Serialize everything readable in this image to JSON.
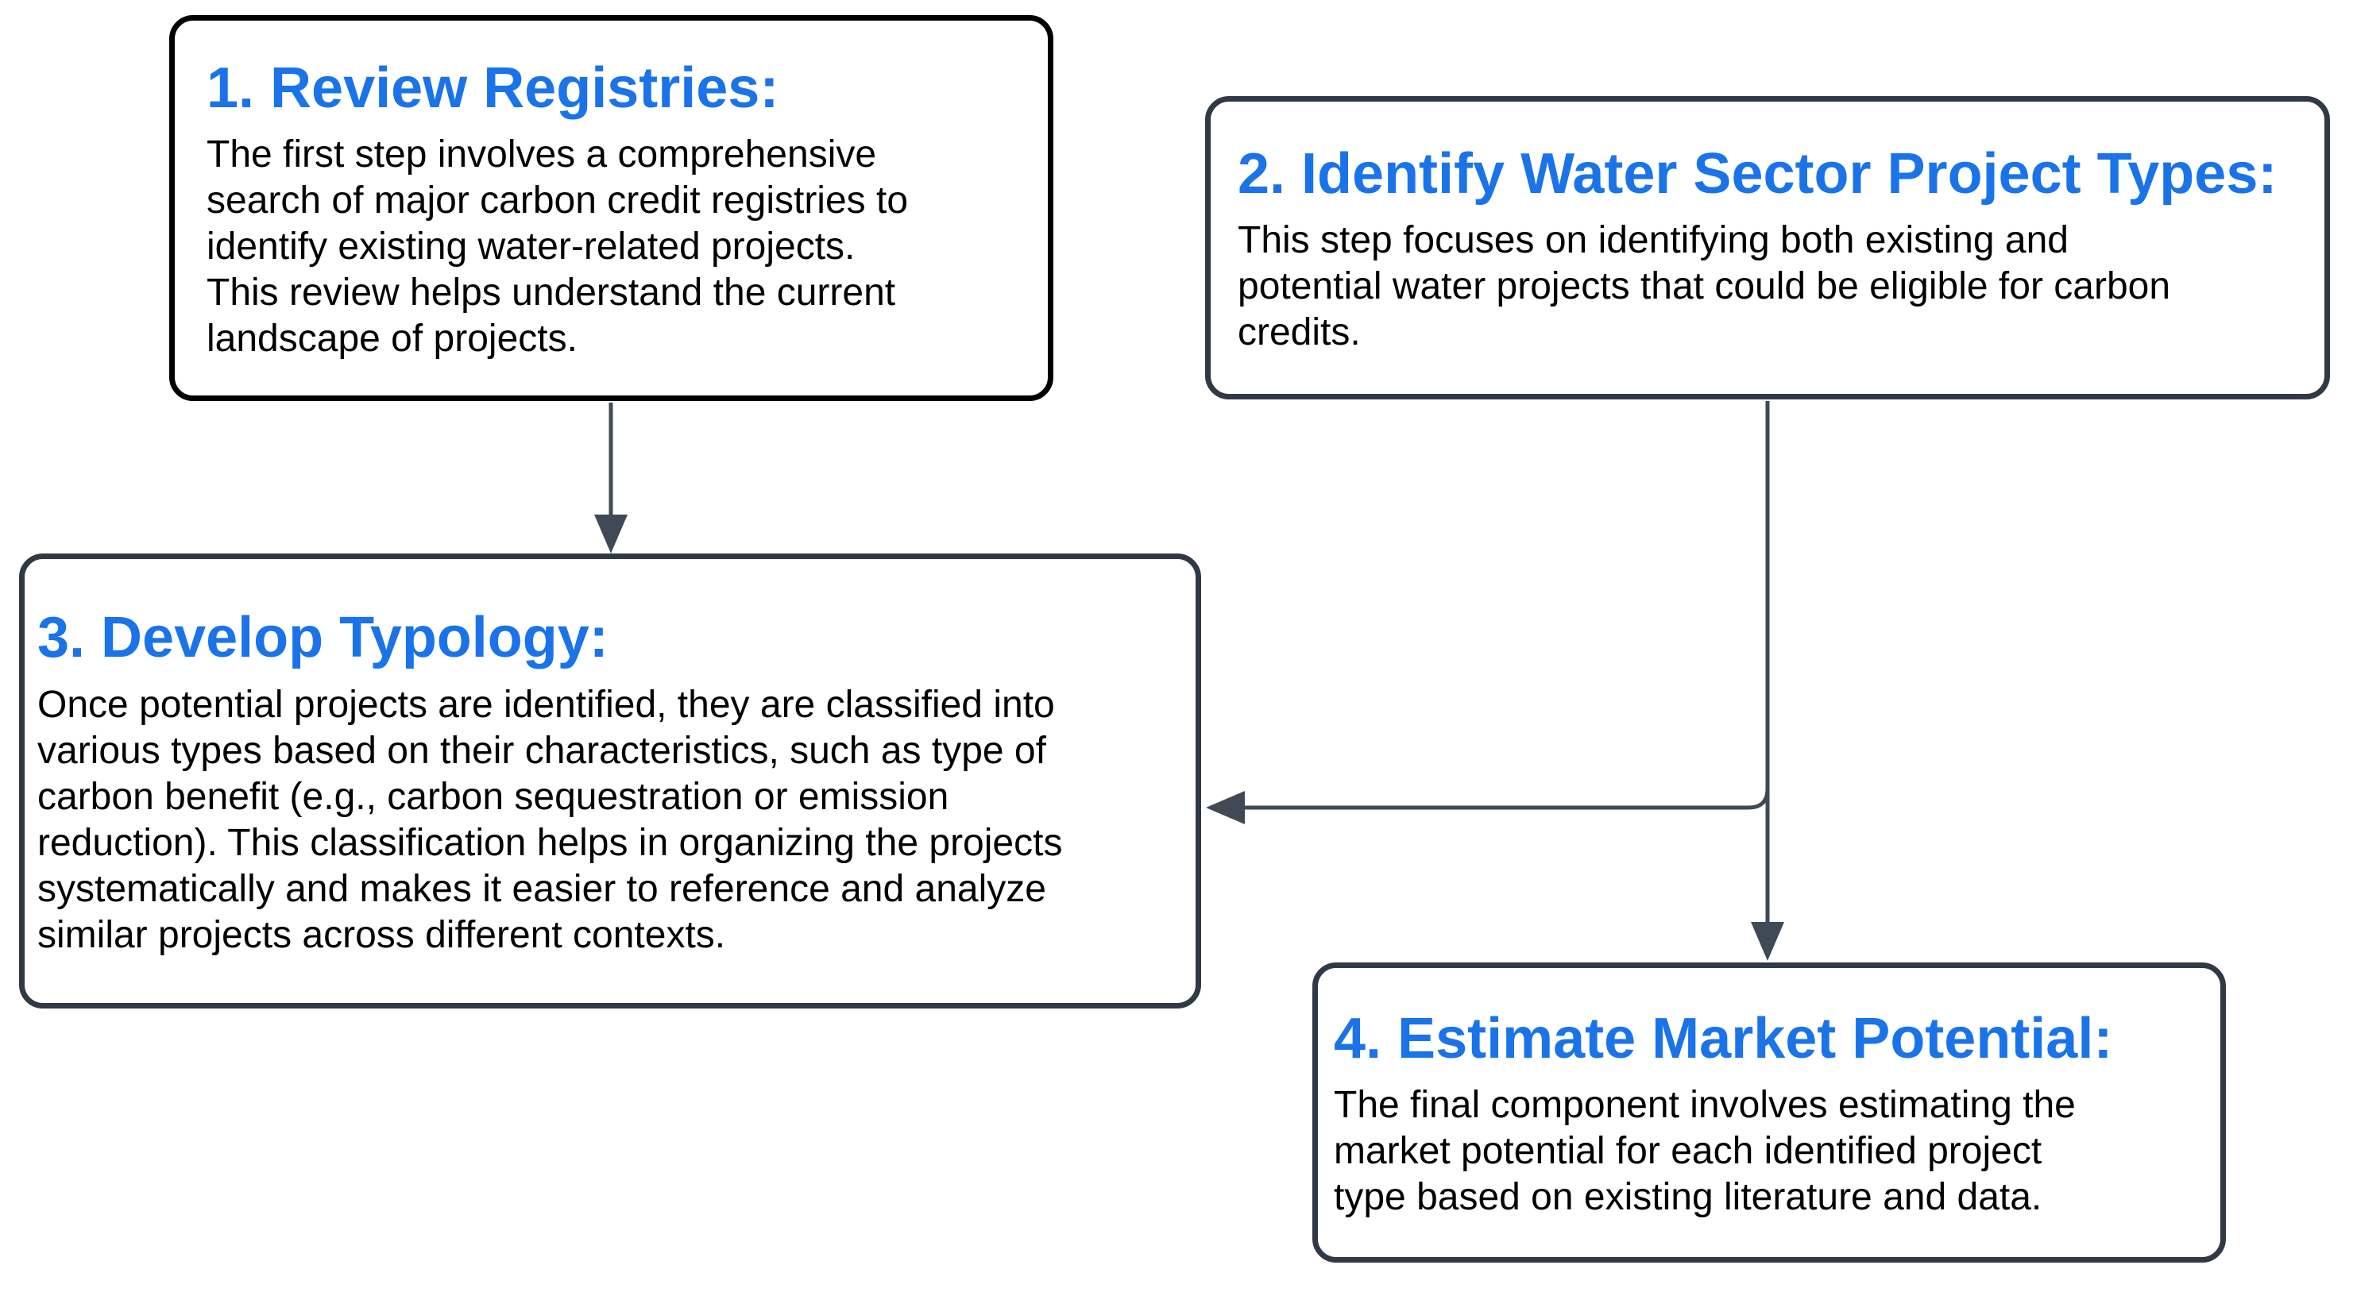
{
  "diagram": {
    "colors": {
      "title": "#1a73e8",
      "body_text": "#000000",
      "box1_border": "#000000",
      "box_border": "#2f3a45",
      "arrow": "#404a56",
      "background": "#ffffff"
    },
    "boxes": [
      {
        "id": "review-registries",
        "title": "1. Review Registries:",
        "body_lines": [
          "The first step involves a comprehensive",
          "search of major carbon credit registries to",
          "identify existing water-related projects.",
          "This review helps understand the current",
          "landscape of projects."
        ]
      },
      {
        "id": "identify-water-sector-project-types",
        "title": "2. Identify Water Sector Project Types:",
        "body_lines": [
          "This step focuses on identifying both existing and",
          "potential water projects that could be eligible for carbon",
          "credits."
        ]
      },
      {
        "id": "develop-typology",
        "title": "3. Develop Typology:",
        "body_lines": [
          "Once potential projects are identified, they are classified into",
          "various types based on their characteristics, such as type of",
          "carbon benefit (e.g., carbon sequestration or emission",
          "reduction). This classification helps in organizing the projects",
          "systematically and makes it easier to reference and analyze",
          "similar projects across different contexts."
        ]
      },
      {
        "id": "estimate-market-potential",
        "title": "4. Estimate Market Potential:",
        "body_lines": [
          "The final component involves estimating the",
          "market potential for each identified project",
          "type based on existing literature and data."
        ]
      }
    ],
    "connectors": [
      {
        "from": "review-registries",
        "to": "develop-typology",
        "shape": "straight-down"
      },
      {
        "from": "identify-water-sector-project-types",
        "to": "develop-typology",
        "shape": "down-then-left"
      },
      {
        "from": "identify-water-sector-project-types",
        "to": "estimate-market-potential",
        "shape": "straight-down"
      }
    ]
  }
}
